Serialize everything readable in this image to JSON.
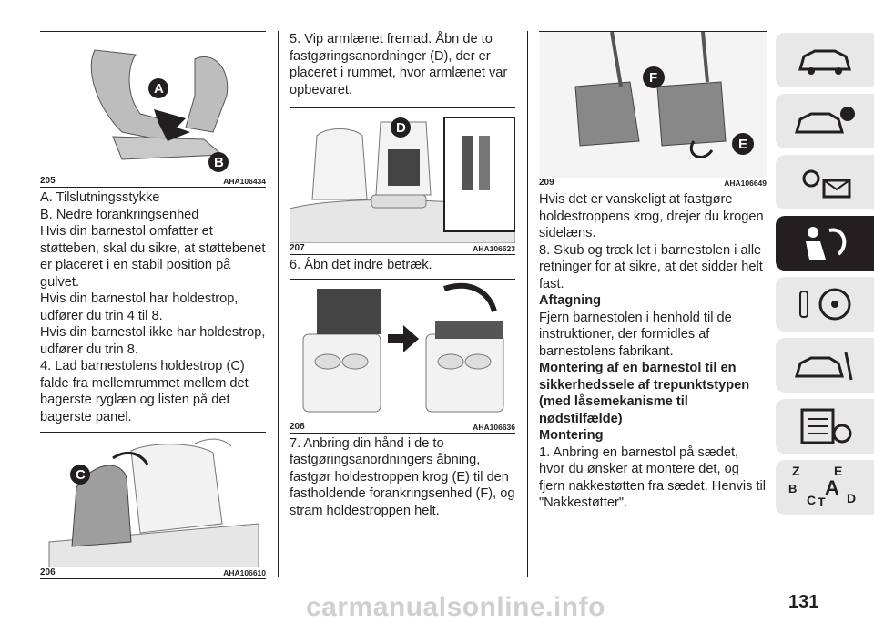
{
  "figures": {
    "f205": {
      "num": "205",
      "code": "AHA106434",
      "callouts": [
        "A",
        "B"
      ]
    },
    "f206": {
      "num": "206",
      "code": "AHA106610",
      "callouts": [
        "C"
      ]
    },
    "f207": {
      "num": "207",
      "code": "AHA106623",
      "callouts": [
        "D"
      ]
    },
    "f208": {
      "num": "208",
      "code": "AHA106636"
    },
    "f209": {
      "num": "209",
      "code": "AHA106649",
      "callouts": [
        "F",
        "E"
      ]
    }
  },
  "col1": {
    "p1": "A. Tilslutningsstykke",
    "p2": "B. Nedre forankringsenhed",
    "p3": "Hvis din barnestol omfatter et støtteben, skal du sikre, at støttebenet er placeret i en stabil position på gulvet.",
    "p4": "Hvis din barnestol har holdestrop, udfører du trin 4 til 8.",
    "p5": "Hvis din barnestol ikke har holdestrop, udfører du trin 8.",
    "p6": "4. Lad barnestolens holdestrop (C) falde fra mellemrummet mellem det bagerste ryglæn og listen på det bagerste panel."
  },
  "col2": {
    "p1": "5. Vip armlænet fremad. Åbn de to fastgøringsanordninger (D), der er placeret i rummet, hvor armlænet var opbevaret.",
    "p2": "6. Åbn det indre betræk.",
    "p3": "7. Anbring din hånd i de to fastgøringsanordningers åbning, fastgør holdestroppen krog (E) til den fastholdende forankringsenhed (F), og stram holdestroppen helt."
  },
  "col3": {
    "p1": "Hvis det er vanskeligt at fastgøre holdestroppens krog, drejer du krogen sidelæns.",
    "p2": "8. Skub og træk let i barnestolen i alle retninger for at sikre, at det sidder helt fast.",
    "h1": "Aftagning",
    "p3": "Fjern barnestolen i henhold til de instruktioner, der formidles af barnestolens fabrikant.",
    "h2": "Montering af en barnestol til en sikkerhedssele af trepunktstypen (med låsemekanisme til nødstilfælde)",
    "h3": "Montering",
    "p4": "1. Anbring en barnestol på sædet, hvor du ønsker at montere det, og fjern nakkestøtten fra sædet. Henvis til \"Nakkestøtter\"."
  },
  "page_number": "131",
  "watermark": "carmanualsonline.info",
  "sidebar": {
    "tabs": [
      {
        "icon": "car-dashboard-icon",
        "active": false
      },
      {
        "icon": "car-info-icon",
        "active": false
      },
      {
        "icon": "warning-lights-icon",
        "active": false
      },
      {
        "icon": "seat-airbag-icon",
        "active": true
      },
      {
        "icon": "key-steering-icon",
        "active": false
      },
      {
        "icon": "car-tools-icon",
        "active": false
      },
      {
        "icon": "checklist-gear-icon",
        "active": false
      },
      {
        "icon": "alphabet-index-icon",
        "active": false
      }
    ],
    "index_letters": [
      "Z",
      "E",
      "B",
      "A",
      "C",
      "T",
      "D"
    ]
  },
  "colors": {
    "text": "#231f20",
    "tab_bg": "#e8e8e8",
    "tab_active": "#231f20",
    "watermark": "#cfcfcf"
  }
}
